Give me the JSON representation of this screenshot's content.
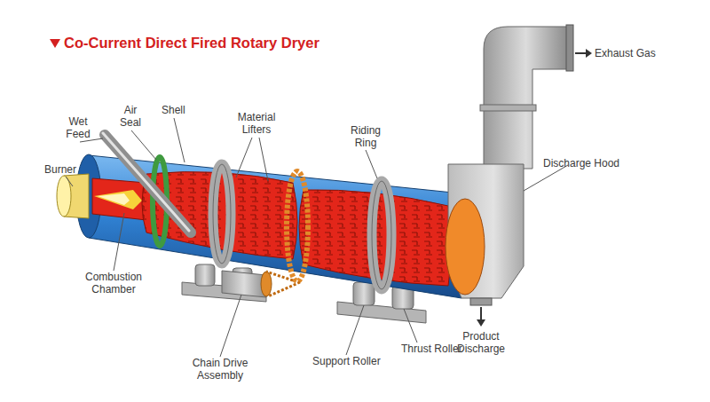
{
  "diagram": {
    "title": "Co-Current Direct Fired Rotary Dryer",
    "labels": [
      "Wet Feed",
      "Air Seal",
      "Shell",
      "Material Lifters",
      "Riding Ring",
      "Exhaust Gas",
      "Discharge Hood",
      "Burner",
      "Combustion Chamber",
      "Chain Drive Assembly",
      "Support Roller",
      "Thrust Roller",
      "Product Discharge"
    ]
  }
}
